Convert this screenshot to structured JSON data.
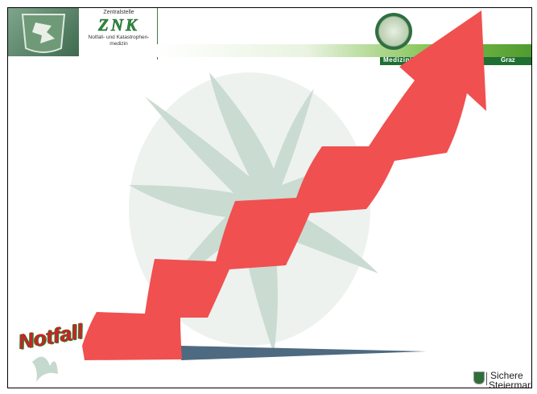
{
  "header": {
    "znk_top": "Zentralstelle",
    "znk_acronym": "ZNK",
    "znk_bottom_1": "Notfall- und Katastrophen-",
    "znk_bottom_2": "medizin",
    "university_left": "Medizinis",
    "university_right": "Graz"
  },
  "slide": {
    "label": "Notfall"
  },
  "footer": {
    "logo_line1": "Sichere",
    "logo_line2": "Steiermark"
  },
  "colors": {
    "arrow": "#f05050",
    "shadow_wedge": "#4d6a80",
    "green": "#2e8b3e",
    "watermark": "#9fbfad"
  }
}
